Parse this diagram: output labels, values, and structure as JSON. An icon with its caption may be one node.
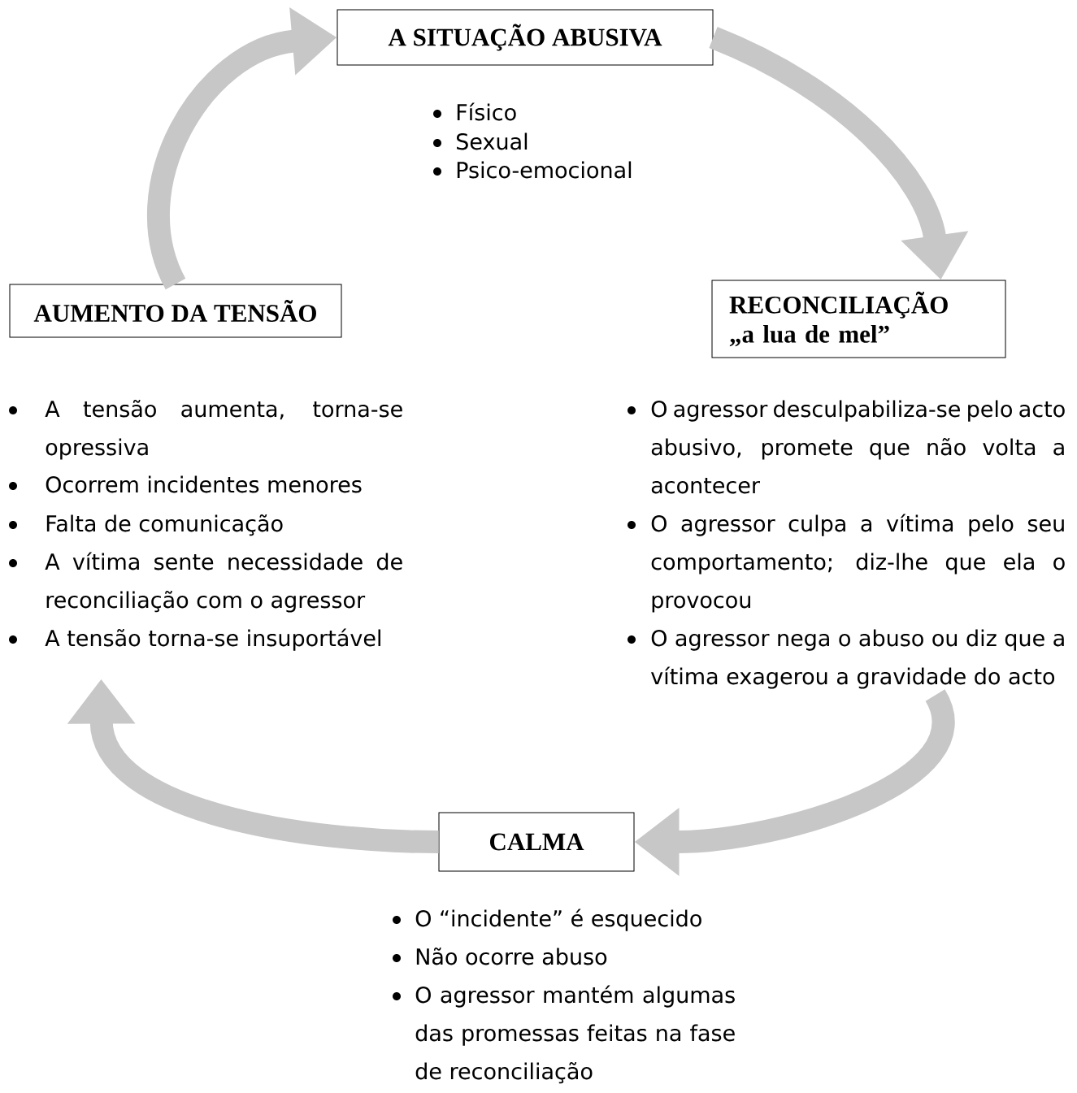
{
  "diagram": {
    "nodes": [
      {
        "text": [
          "A SITUAÇÃO ABUSIVA"
        ],
        "beside": [
          "Físico",
          "Sexual",
          "Psico-emocional"
        ]
      },
      {
        "text": [
          "AUMENTO DA TENSÃO"
        ],
        "beside": [
          "A tensão aumenta, torna-se opressiva",
          "Ocorrem incidentes menores",
          "Falta de comunicação",
          "A vítima sente necessidade de reconciliação com o agressor",
          "A tensão torna-se insuportável"
        ]
      },
      {
        "text": [
          "RECONCILIAÇÃO",
          "„a lua de mel”"
        ],
        "beside": [
          "O agressor desculpabiliza-se pelo acto abusivo, promete que não volta a acontecer",
          "O agressor culpa a vítima pelo seu comportamento; diz-lhe que ela o provocou",
          "O agressor nega o abuso ou diz que a vítima exagerou a gravidade do acto"
        ]
      },
      {
        "text": [
          "CALMA"
        ],
        "beside": [
          "O “incidente” é esquecido",
          "Não ocorre abuso",
          "O agressor mantém algumas das promessas feitas na fase de reconciliação"
        ]
      }
    ],
    "edges": [
      {
        "from": 0,
        "to": 2,
        "arrow": "to"
      },
      {
        "from": 2,
        "to": 3,
        "arrow": "to"
      },
      {
        "from": 3,
        "to": 1,
        "arrow": "to"
      },
      {
        "from": 1,
        "to": 0,
        "arrow": "to"
      }
    ]
  }
}
